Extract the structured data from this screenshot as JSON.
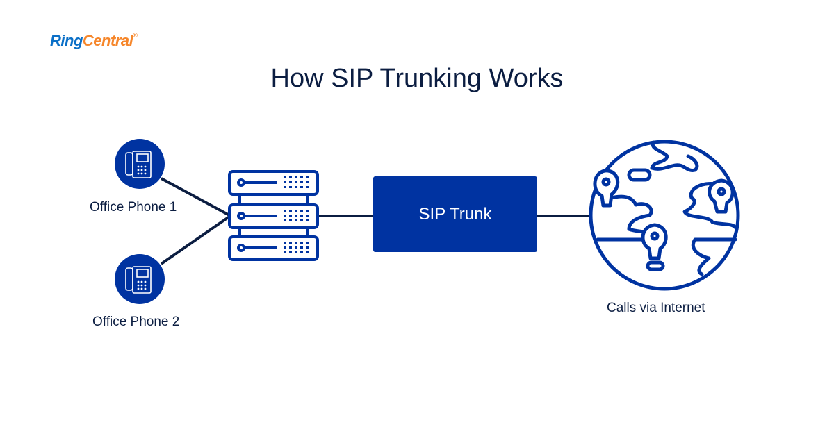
{
  "brand": {
    "part1": "Ring",
    "part2": "Central",
    "registered": "®",
    "colors": {
      "primary": "#0a6fc7",
      "accent": "#f6862a"
    }
  },
  "title": "How SIP Trunking Works",
  "nodes": {
    "phone1": {
      "label": "Office Phone 1",
      "icon": "desk-phone-icon"
    },
    "phone2": {
      "label": "Office Phone 2",
      "icon": "desk-phone-icon"
    },
    "server": {
      "icon": "server-rack-icon"
    },
    "trunk": {
      "label": "SIP Trunk"
    },
    "internet": {
      "label": "Calls via Internet",
      "icon": "globe-pins-icon"
    }
  },
  "colors": {
    "node_blue": "#0033a1",
    "line_dark": "#0b1d41",
    "text_dark": "#0b1d41"
  }
}
